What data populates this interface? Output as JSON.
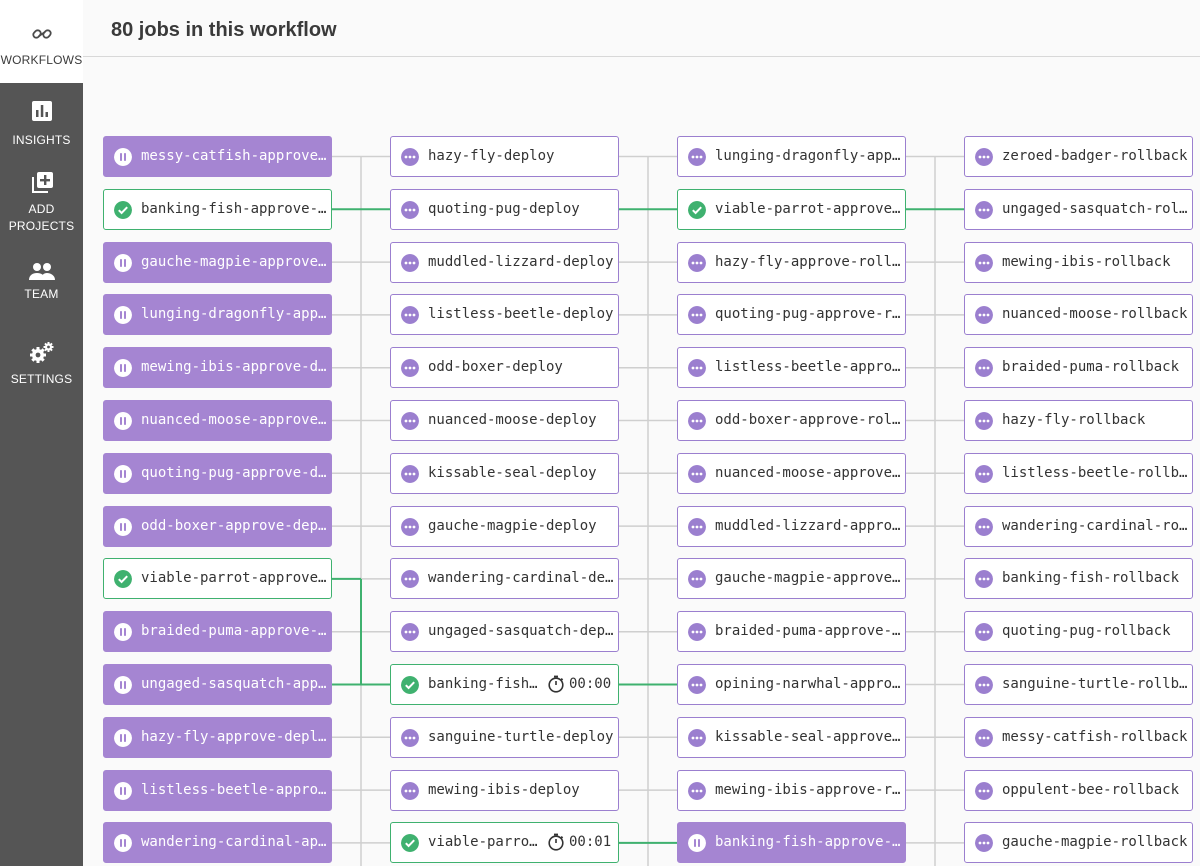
{
  "sidebar": {
    "items": [
      {
        "id": "workflows",
        "label": "WORKFLOWS",
        "icon": "workflows-icon",
        "active": true
      },
      {
        "id": "insights",
        "label": "INSIGHTS",
        "icon": "insights-bar-chart-icon"
      },
      {
        "id": "add-projects",
        "label": "ADD PROJECTS",
        "icon": "add-projects-plus-icon"
      },
      {
        "id": "team",
        "label": "TEAM",
        "icon": "team-people-icon"
      },
      {
        "id": "settings",
        "label": "SETTINGS",
        "icon": "settings-gears-icon"
      }
    ]
  },
  "header": {
    "title": "80 jobs in this workflow"
  },
  "colors": {
    "on_hold": "#a585d2",
    "success": "#3fb16f",
    "pending": "#9b7fcf",
    "edge": "#cfcfcf",
    "edge_active": "#3fb16f"
  },
  "columns": [
    [
      {
        "name": "messy-catfish-approve…",
        "status": "on_hold"
      },
      {
        "name": "banking-fish-approve-…",
        "status": "success"
      },
      {
        "name": "gauche-magpie-approve…",
        "status": "on_hold"
      },
      {
        "name": "lunging-dragonfly-app…",
        "status": "on_hold"
      },
      {
        "name": "mewing-ibis-approve-d…",
        "status": "on_hold"
      },
      {
        "name": "nuanced-moose-approve…",
        "status": "on_hold"
      },
      {
        "name": "quoting-pug-approve-d…",
        "status": "on_hold"
      },
      {
        "name": "odd-boxer-approve-dep…",
        "status": "on_hold"
      },
      {
        "name": "viable-parrot-approve…",
        "status": "success"
      },
      {
        "name": "braided-puma-approve-…",
        "status": "on_hold"
      },
      {
        "name": "ungaged-sasquatch-app…",
        "status": "on_hold"
      },
      {
        "name": "hazy-fly-approve-depl…",
        "status": "on_hold"
      },
      {
        "name": "listless-beetle-appro…",
        "status": "on_hold"
      },
      {
        "name": "wandering-cardinal-ap…",
        "status": "on_hold"
      }
    ],
    [
      {
        "name": "hazy-fly-deploy",
        "status": "pending"
      },
      {
        "name": "quoting-pug-deploy",
        "status": "pending"
      },
      {
        "name": "muddled-lizzard-deploy",
        "status": "pending"
      },
      {
        "name": "listless-beetle-deploy",
        "status": "pending"
      },
      {
        "name": "odd-boxer-deploy",
        "status": "pending"
      },
      {
        "name": "nuanced-moose-deploy",
        "status": "pending"
      },
      {
        "name": "kissable-seal-deploy",
        "status": "pending"
      },
      {
        "name": "gauche-magpie-deploy",
        "status": "pending"
      },
      {
        "name": "wandering-cardinal-de…",
        "status": "pending"
      },
      {
        "name": "ungaged-sasquatch-dep…",
        "status": "pending"
      },
      {
        "name": "banking-fish…",
        "status": "success",
        "time": "00:00"
      },
      {
        "name": "sanguine-turtle-deploy",
        "status": "pending"
      },
      {
        "name": "mewing-ibis-deploy",
        "status": "pending"
      },
      {
        "name": "viable-parro…",
        "status": "success",
        "time": "00:01"
      }
    ],
    [
      {
        "name": "lunging-dragonfly-app…",
        "status": "pending"
      },
      {
        "name": "viable-parrot-approve…",
        "status": "success"
      },
      {
        "name": "hazy-fly-approve-roll…",
        "status": "pending"
      },
      {
        "name": "quoting-pug-approve-r…",
        "status": "pending"
      },
      {
        "name": "listless-beetle-appro…",
        "status": "pending"
      },
      {
        "name": "odd-boxer-approve-rol…",
        "status": "pending"
      },
      {
        "name": "nuanced-moose-approve…",
        "status": "pending"
      },
      {
        "name": "muddled-lizzard-appro…",
        "status": "pending"
      },
      {
        "name": "gauche-magpie-approve…",
        "status": "pending"
      },
      {
        "name": "braided-puma-approve-…",
        "status": "pending"
      },
      {
        "name": "opining-narwhal-appro…",
        "status": "pending"
      },
      {
        "name": "kissable-seal-approve…",
        "status": "pending"
      },
      {
        "name": "mewing-ibis-approve-r…",
        "status": "pending"
      },
      {
        "name": "banking-fish-approve-…",
        "status": "on_hold"
      }
    ],
    [
      {
        "name": "zeroed-badger-rollback",
        "status": "pending"
      },
      {
        "name": "ungaged-sasquatch-rol…",
        "status": "pending"
      },
      {
        "name": "mewing-ibis-rollback",
        "status": "pending"
      },
      {
        "name": "nuanced-moose-rollback",
        "status": "pending"
      },
      {
        "name": "braided-puma-rollback",
        "status": "pending"
      },
      {
        "name": "hazy-fly-rollback",
        "status": "pending"
      },
      {
        "name": "listless-beetle-rollb…",
        "status": "pending"
      },
      {
        "name": "wandering-cardinal-ro…",
        "status": "pending"
      },
      {
        "name": "banking-fish-rollback",
        "status": "pending"
      },
      {
        "name": "quoting-pug-rollback",
        "status": "pending"
      },
      {
        "name": "sanguine-turtle-rollb…",
        "status": "pending"
      },
      {
        "name": "messy-catfish-rollback",
        "status": "pending"
      },
      {
        "name": "oppulent-bee-rollback",
        "status": "pending"
      },
      {
        "name": "gauche-magpie-rollback",
        "status": "pending"
      }
    ]
  ],
  "active_edges": [
    {
      "from_col": 0,
      "row": 1,
      "to_row": 1
    },
    {
      "from_col": 0,
      "row": 8,
      "to_row": 10
    },
    {
      "from_col": 0,
      "row": 10,
      "to_row": 10
    },
    {
      "from_col": 1,
      "row": 1,
      "to_row": 1
    },
    {
      "from_col": 1,
      "row": 10,
      "to_row": 10
    },
    {
      "from_col": 1,
      "row": 13,
      "to_row": 13
    },
    {
      "from_col": 2,
      "row": 1,
      "to_row": 1
    }
  ]
}
